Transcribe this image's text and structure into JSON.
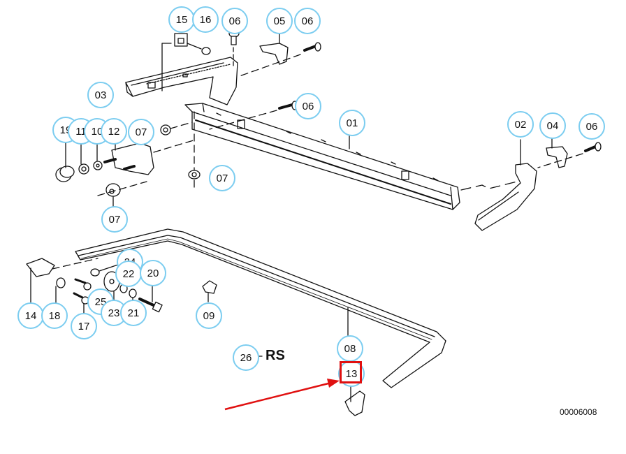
{
  "diagram": {
    "id_label": "00006008",
    "variant_label": "RS",
    "highlight_color": "#e01010",
    "callout_color": "#7ccdf0",
    "highlighted_part": "13",
    "callouts": [
      {
        "label": "15"
      },
      {
        "label": "16"
      },
      {
        "label": "06"
      },
      {
        "label": "05"
      },
      {
        "label": "06"
      },
      {
        "label": "03"
      },
      {
        "label": "06"
      },
      {
        "label": "01"
      },
      {
        "label": "19"
      },
      {
        "label": "11"
      },
      {
        "label": "10"
      },
      {
        "label": "12"
      },
      {
        "label": "07"
      },
      {
        "label": "07"
      },
      {
        "label": "07"
      },
      {
        "label": "02"
      },
      {
        "label": "04"
      },
      {
        "label": "06"
      },
      {
        "label": "24"
      },
      {
        "label": "22"
      },
      {
        "label": "20"
      },
      {
        "label": "14"
      },
      {
        "label": "18"
      },
      {
        "label": "25"
      },
      {
        "label": "23"
      },
      {
        "label": "21"
      },
      {
        "label": "17"
      },
      {
        "label": "09"
      },
      {
        "label": "08"
      },
      {
        "label": "26"
      },
      {
        "label": "13"
      }
    ]
  }
}
